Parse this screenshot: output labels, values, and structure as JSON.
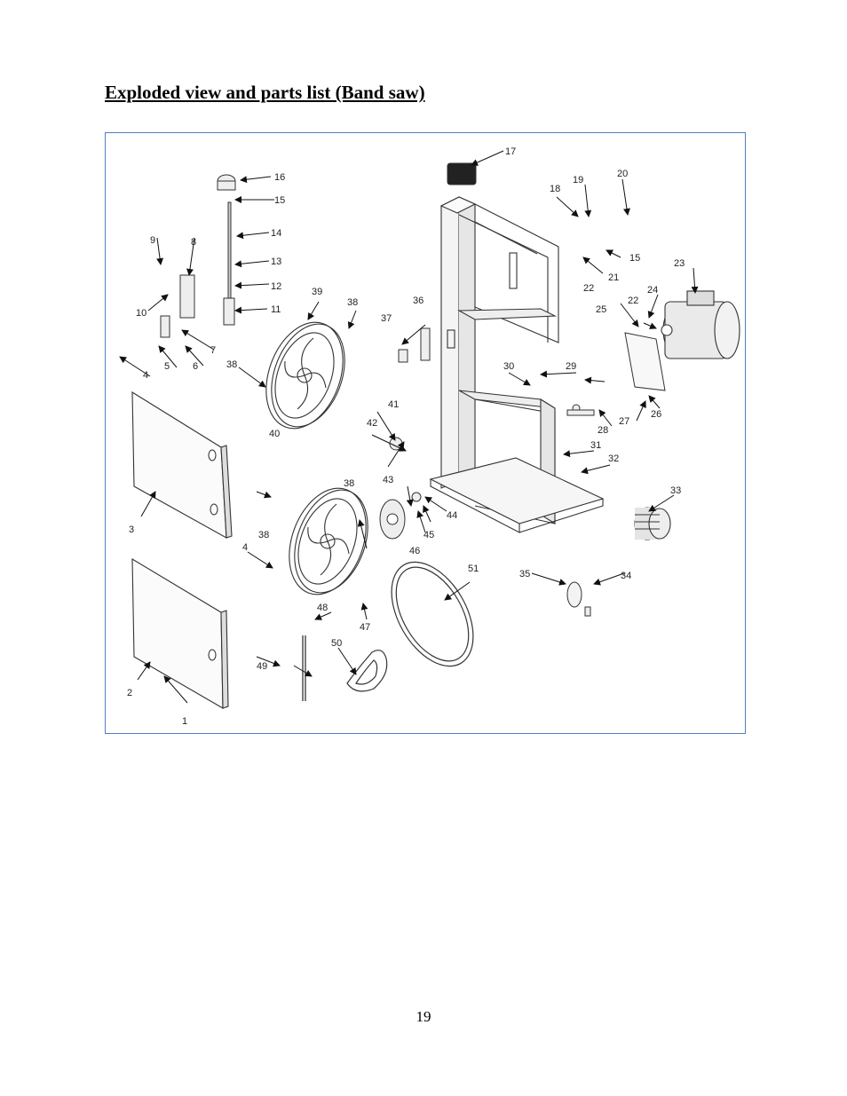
{
  "page": {
    "title": "Exploded view and parts list (Band saw)",
    "page_number": "19"
  },
  "diagram": {
    "callouts": [
      "1",
      "2",
      "3",
      "4",
      "4",
      "5",
      "6",
      "7",
      "8",
      "9",
      "10",
      "11",
      "12",
      "13",
      "14",
      "15",
      "15",
      "16",
      "17",
      "18",
      "19",
      "20",
      "21",
      "22",
      "22",
      "23",
      "24",
      "25",
      "26",
      "27",
      "28",
      "29",
      "30",
      "31",
      "32",
      "33",
      "34",
      "35",
      "36",
      "37",
      "38",
      "38",
      "38",
      "38",
      "39",
      "40",
      "41",
      "42",
      "43",
      "44",
      "45",
      "46",
      "47",
      "48",
      "49",
      "50",
      "51"
    ]
  }
}
